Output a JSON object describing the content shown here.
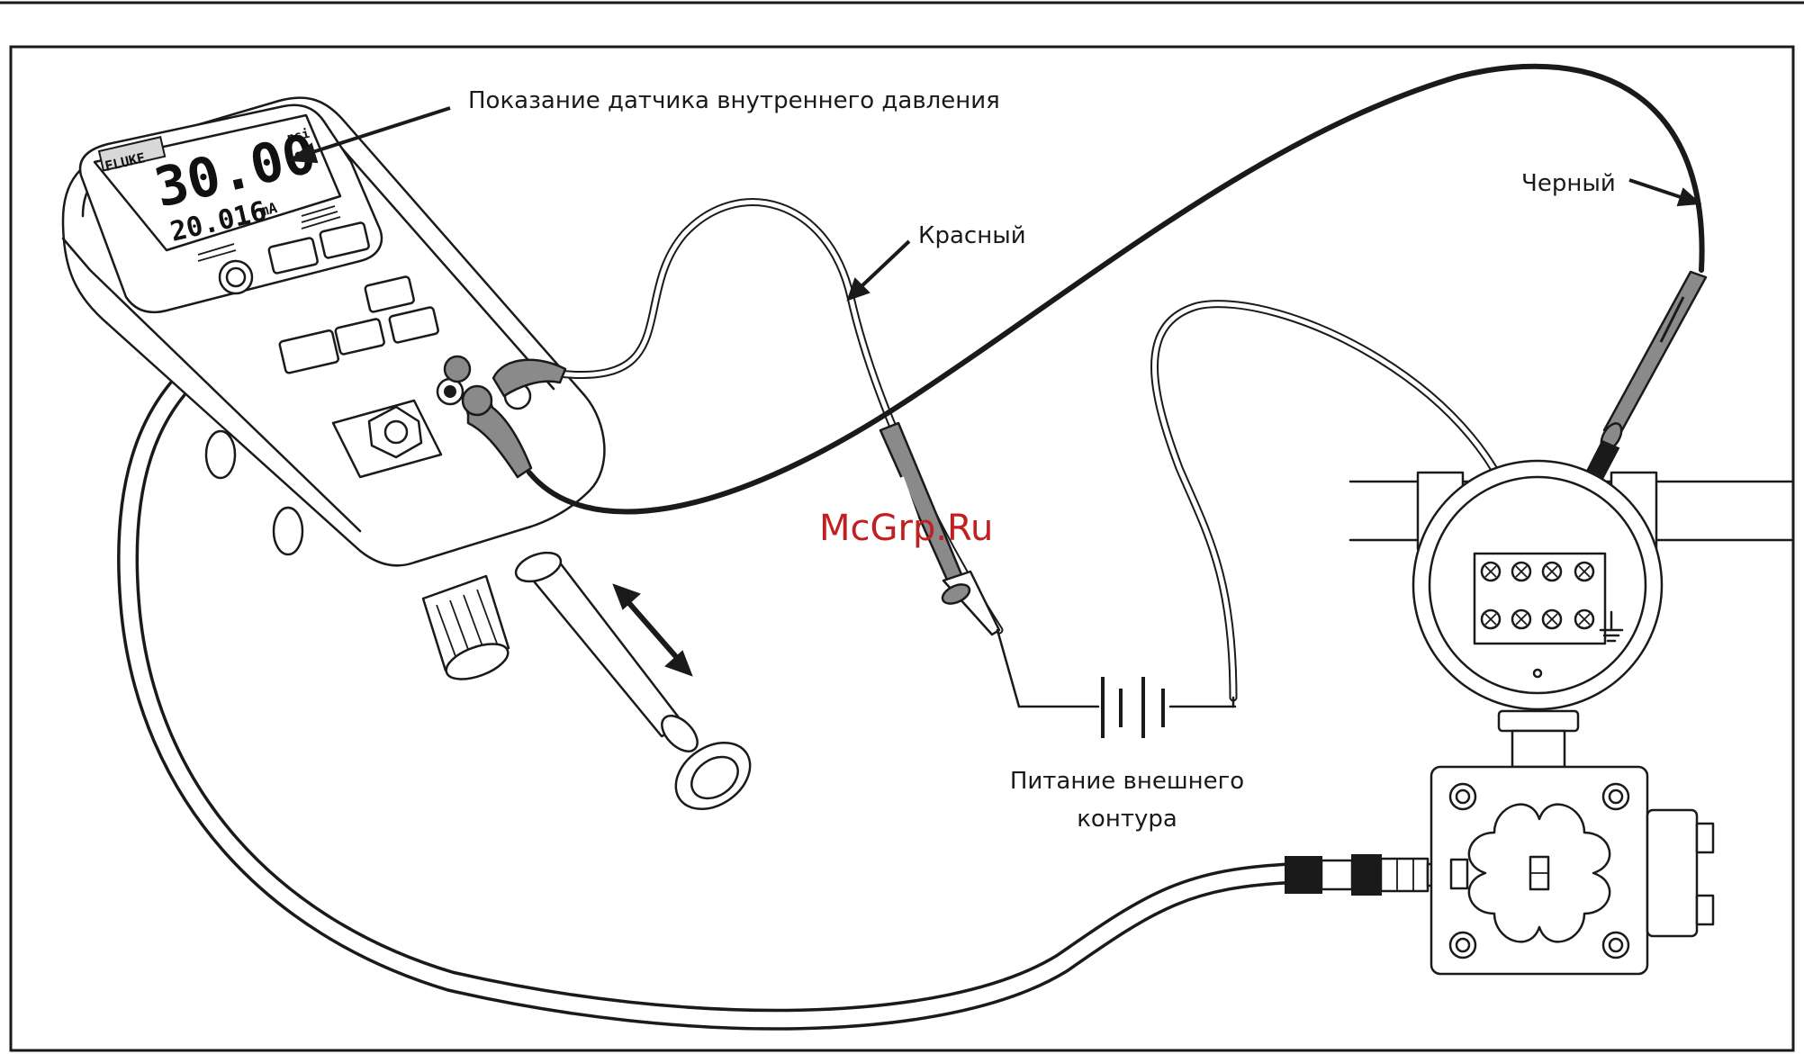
{
  "labels": {
    "pressure_reading": "Показание датчика внутреннего давления",
    "red": "Красный",
    "black": "Черный",
    "supply_line1": "Питание внешнего",
    "supply_line2": "контура"
  },
  "device": {
    "brand": "FLUKE",
    "main_value": "30.00",
    "main_unit": "psi",
    "secondary_value": "20.016",
    "secondary_unit": "mA"
  },
  "watermark": "McGrp.Ru",
  "colors": {
    "ink": "#1a1a1a",
    "red_lead": "#8a8a8a",
    "black_lead": "#1a1a1a",
    "watermark": "#c02020"
  }
}
